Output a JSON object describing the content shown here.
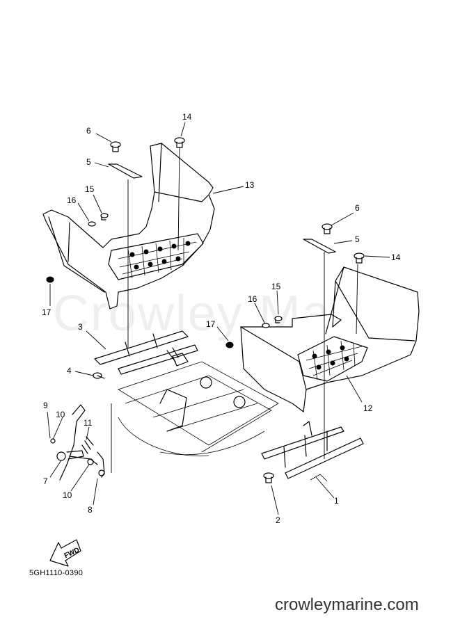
{
  "diagram": {
    "labels": {
      "l1": "1",
      "l2": "2",
      "l3": "3",
      "l4": "4",
      "l5a": "5",
      "l5b": "5",
      "l6a": "6",
      "l6b": "6",
      "l7": "7",
      "l8": "8",
      "l9": "9",
      "l10a": "10",
      "l10b": "10",
      "l11": "11",
      "l12": "12",
      "l13": "13",
      "l14a": "14",
      "l14b": "14",
      "l15a": "15",
      "l15b": "15",
      "l16a": "16",
      "l16b": "16",
      "l17a": "17",
      "l17b": "17"
    },
    "fwd_badge": "FWD",
    "part_code": "5GH1110-0390",
    "watermark": "Crowley Marine",
    "website": "crowleymarine.com"
  }
}
